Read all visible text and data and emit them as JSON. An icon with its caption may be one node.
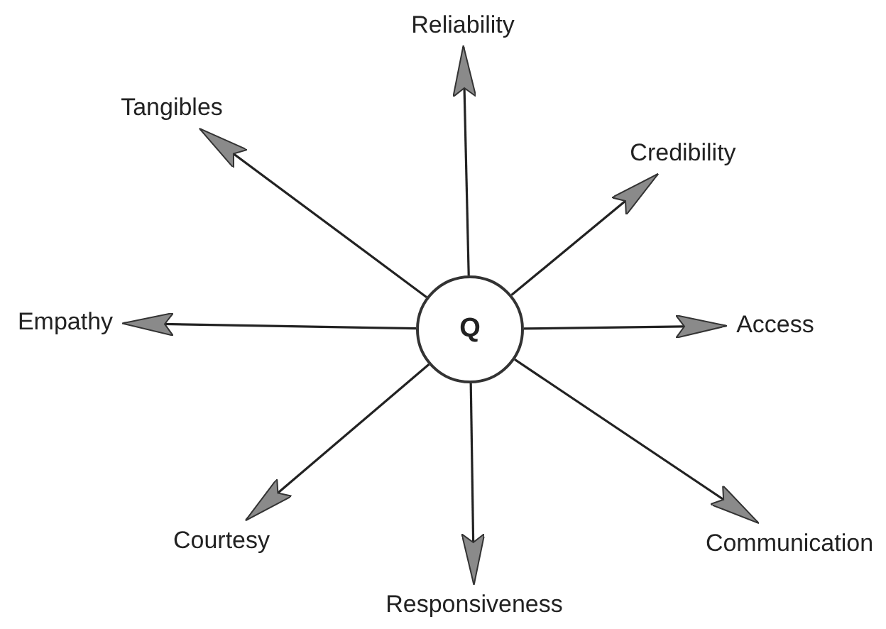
{
  "diagram": {
    "nodes": [
      {
        "text": [
          "Q"
        ]
      },
      {
        "text": [
          "Reliability"
        ]
      },
      {
        "text": [
          "Tangibles"
        ]
      },
      {
        "text": [
          "Credibility"
        ]
      },
      {
        "text": [
          "Empathy"
        ]
      },
      {
        "text": [
          "Access"
        ]
      },
      {
        "text": [
          "Courtesy"
        ]
      },
      {
        "text": [
          "Communication"
        ]
      },
      {
        "text": [
          "Responsiveness"
        ]
      }
    ],
    "edges": [
      {
        "from": 0,
        "to": 1,
        "arrow": "to"
      },
      {
        "from": 0,
        "to": 2,
        "arrow": "to"
      },
      {
        "from": 0,
        "to": 3,
        "arrow": "to"
      },
      {
        "from": 0,
        "to": 4,
        "arrow": "to"
      },
      {
        "from": 0,
        "to": 5,
        "arrow": "to"
      },
      {
        "from": 0,
        "to": 6,
        "arrow": "to"
      },
      {
        "from": 0,
        "to": 7,
        "arrow": "to"
      },
      {
        "from": 0,
        "to": 8,
        "arrow": "to"
      }
    ]
  }
}
